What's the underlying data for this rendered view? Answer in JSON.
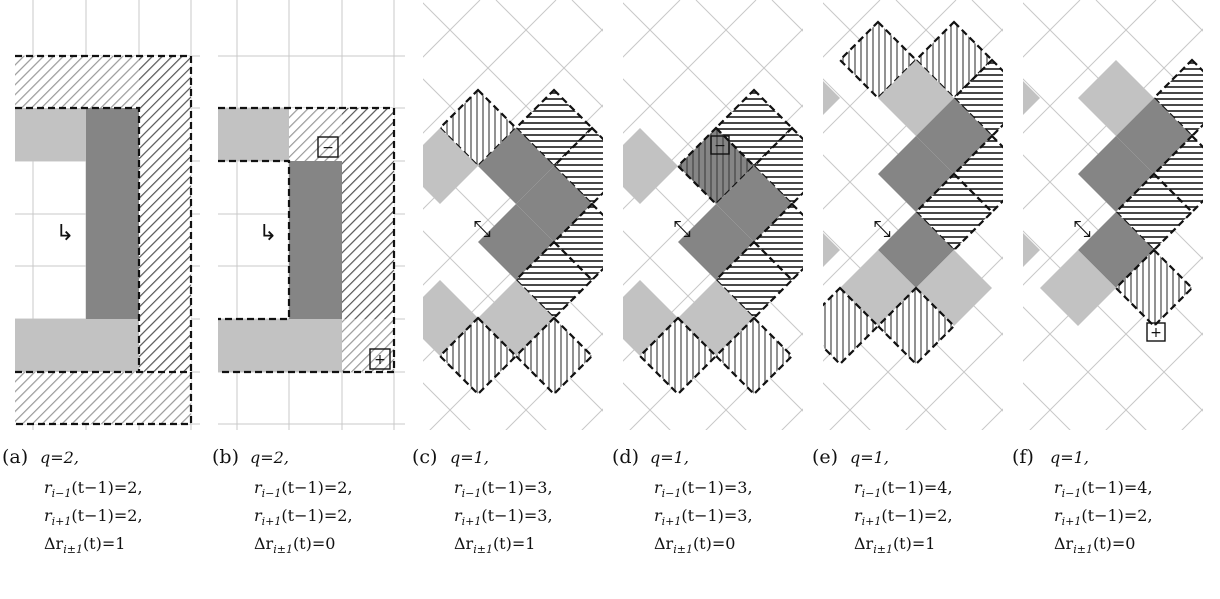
{
  "figure": {
    "colors": {
      "light_gray": "#c2c2c2",
      "dark_gray": "#858585",
      "grid": "#c8c8c8",
      "hatch": "#555555",
      "dash": "#111111"
    },
    "panels": [
      {
        "letter": "(a)",
        "q": "q=2,",
        "r_prev": "r",
        "r_prev_sub": "i−1",
        "r_prev_val": "(t−1)=2,",
        "r_next": "r",
        "r_next_sub": "i+1",
        "r_next_val": "(t−1)=2,",
        "dr": "Δr",
        "dr_sub": "i±1",
        "dr_val": "(t)=1",
        "arrow": "↳"
      },
      {
        "letter": "(b)",
        "q": "q=2,",
        "r_prev": "r",
        "r_prev_sub": "i−1",
        "r_prev_val": "(t−1)=2,",
        "r_next": "r",
        "r_next_sub": "i+1",
        "r_next_val": "(t−1)=2,",
        "dr": "Δr",
        "dr_sub": "i±1",
        "dr_val": "(t)=0",
        "arrow": "↳"
      },
      {
        "letter": "(c)",
        "q": "q=1,",
        "r_prev": "r",
        "r_prev_sub": "i−1",
        "r_prev_val": "(t−1)=3,",
        "r_next": "r",
        "r_next_sub": "i+1",
        "r_next_val": "(t−1)=3,",
        "dr": "Δr",
        "dr_sub": "i±1",
        "dr_val": "(t)=1",
        "arrow": "⤡"
      },
      {
        "letter": "(d)",
        "q": "q=1,",
        "r_prev": "r",
        "r_prev_sub": "i−1",
        "r_prev_val": "(t−1)=3,",
        "r_next": "r",
        "r_next_sub": "i+1",
        "r_next_val": "(t−1)=3,",
        "dr": "Δr",
        "dr_sub": "i±1",
        "dr_val": "(t)=0",
        "arrow": "⤡"
      },
      {
        "letter": "(e)",
        "q": "q=1,",
        "r_prev": "r",
        "r_prev_sub": "i−1",
        "r_prev_val": "(t−1)=4,",
        "r_next": "r",
        "r_next_sub": "i+1",
        "r_next_val": "(t−1)=2,",
        "dr": "Δr",
        "dr_sub": "i±1",
        "dr_val": "(t)=1",
        "arrow": "⤡"
      },
      {
        "letter": "(f)",
        "q": "q=1,",
        "r_prev": "r",
        "r_prev_sub": "i−1",
        "r_prev_val": "(t−1)=4,",
        "r_next": "r",
        "r_next_sub": "i+1",
        "r_next_val": "(t−1)=2,",
        "dr": "Δr",
        "dr_sub": "i±1",
        "dr_val": "(t)=0",
        "arrow": "⤡"
      }
    ],
    "markers": {
      "minus": "−",
      "plus": "+"
    }
  }
}
